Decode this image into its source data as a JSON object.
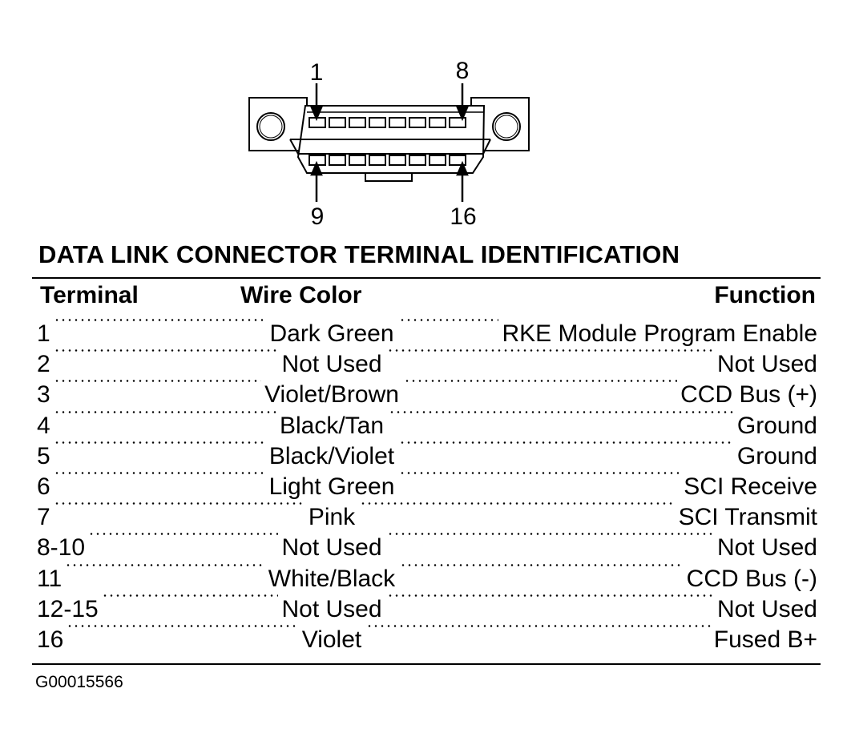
{
  "connector": {
    "pin_labels": {
      "top_left": "1",
      "top_right": "8",
      "bottom_left": "9",
      "bottom_right": "16"
    }
  },
  "title": "DATA LINK CONNECTOR TERMINAL IDENTIFICATION",
  "headers": {
    "terminal": "Terminal",
    "wire_color": "Wire Color",
    "function": "Function"
  },
  "rows": [
    {
      "terminal": "1",
      "color": "Dark Green",
      "function": "RKE Module Program Enable"
    },
    {
      "terminal": "2",
      "color": "Not Used",
      "function": "Not Used"
    },
    {
      "terminal": "3",
      "color": "Violet/Brown",
      "function": "CCD Bus (+)"
    },
    {
      "terminal": "4",
      "color": "Black/Tan",
      "function": "Ground"
    },
    {
      "terminal": "5",
      "color": "Black/Violet",
      "function": "Ground"
    },
    {
      "terminal": "6",
      "color": "Light Green",
      "function": "SCI Receive"
    },
    {
      "terminal": "7",
      "color": "Pink",
      "function": "SCI Transmit"
    },
    {
      "terminal": "8-10",
      "color": "Not Used",
      "function": "Not Used"
    },
    {
      "terminal": "11",
      "color": "White/Black",
      "function": "CCD Bus (-)"
    },
    {
      "terminal": "12-15",
      "color": "Not Used",
      "function": "Not Used"
    },
    {
      "terminal": "16",
      "color": "Violet",
      "function": "Fused B+"
    }
  ],
  "figure_id": "G00015566"
}
